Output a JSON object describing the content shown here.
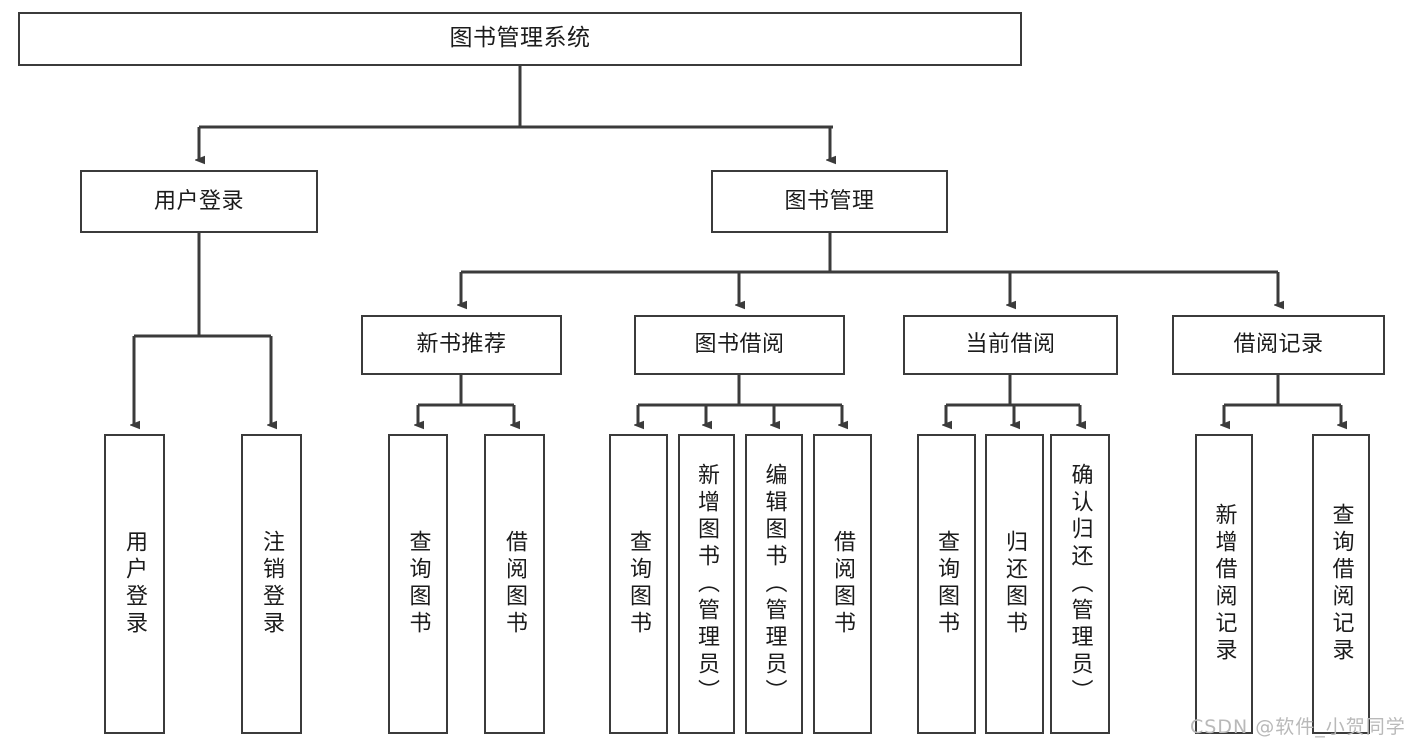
{
  "diagram": {
    "title": "图书管理系统",
    "watermark": "CSDN @软件_小贺同学",
    "colors": {
      "stroke": "#3b3b3b",
      "text": "#1b1b1b",
      "background": "#ffffff",
      "watermark": "#b9b9b9"
    },
    "levels": {
      "root": {
        "label": "图书管理系统"
      },
      "level2": [
        {
          "label": "用户登录"
        },
        {
          "label": "图书管理"
        }
      ],
      "level3": [
        {
          "label": "新书推荐"
        },
        {
          "label": "图书借阅"
        },
        {
          "label": "当前借阅"
        },
        {
          "label": "借阅记录"
        }
      ],
      "leaves": {
        "user_login": [
          {
            "label": "用户登录"
          },
          {
            "label": "注销登录"
          }
        ],
        "new_book": [
          {
            "label": "查询图书"
          },
          {
            "label": "借阅图书"
          }
        ],
        "book_borrow": [
          {
            "label": "查询图书"
          },
          {
            "label": "新增图书（管理员）"
          },
          {
            "label": "编辑图书（管理员）"
          },
          {
            "label": "借阅图书"
          }
        ],
        "current_borrow": [
          {
            "label": "查询图书"
          },
          {
            "label": "归还图书"
          },
          {
            "label": "确认归还（管理员）"
          }
        ],
        "borrow_record": [
          {
            "label": "新增借阅记录"
          },
          {
            "label": "查询借阅记录"
          }
        ]
      }
    }
  }
}
